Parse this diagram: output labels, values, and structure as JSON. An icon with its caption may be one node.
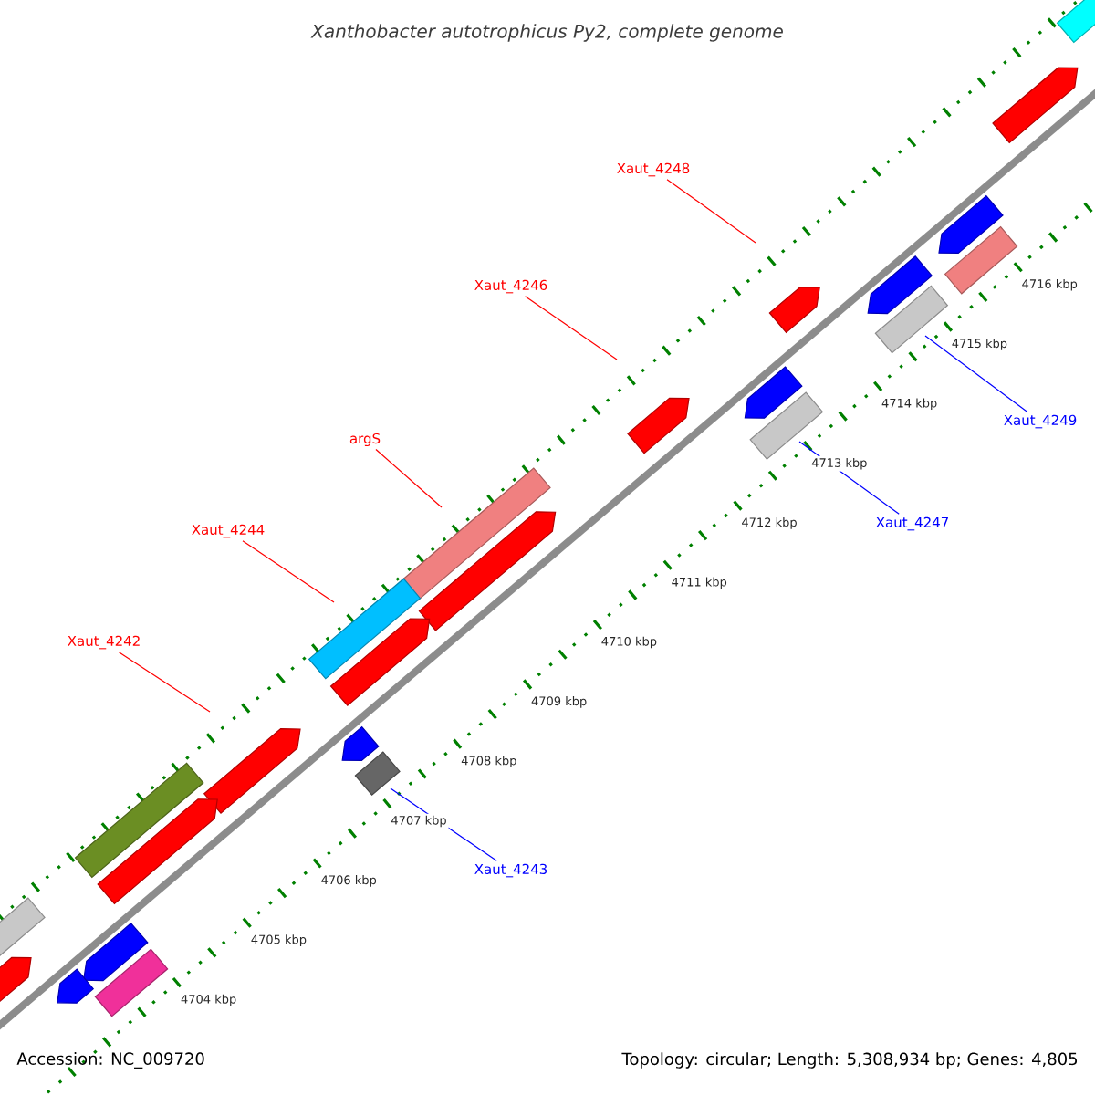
{
  "diagram": {
    "title": "Xanthobacter autotrophicus Py2, complete genome",
    "nodes": [
      {
        "text": [
          "Xaut_4248"
        ]
      },
      {
        "text": [
          "Xaut_4246"
        ]
      },
      {
        "text": [
          "Xaut_4249"
        ]
      },
      {
        "text": [
          "argS"
        ]
      },
      {
        "text": [
          "Xaut_4247"
        ]
      },
      {
        "text": [
          "Xaut_4244"
        ]
      },
      {
        "text": [
          "Xaut_4242"
        ]
      },
      {
        "text": [
          "Xaut_4243"
        ]
      }
    ],
    "edges": [
      {
        "from": 0,
        "to": null,
        "arrow": "none"
      },
      {
        "from": 1,
        "to": null,
        "arrow": "none"
      },
      {
        "from": 2,
        "to": null,
        "arrow": "none",
        "color": "#0000ff"
      },
      {
        "from": 3,
        "to": null,
        "arrow": "none"
      },
      {
        "from": 4,
        "to": null,
        "arrow": "none",
        "color": "#0000ff"
      },
      {
        "from": 5,
        "to": null,
        "arrow": "none"
      },
      {
        "from": 6,
        "to": null,
        "arrow": "none"
      },
      {
        "from": 7,
        "to": null,
        "arrow": "none",
        "color": "#0000ff"
      }
    ],
    "labels": [
      "Accession: NC_009720",
      "Topology: circular; Length: 5,308,934 bp; Genes: 4,805",
      "4704 kbp",
      "4705 kbp",
      "4706 kbp",
      "4707 kbp",
      "4708 kbp",
      "4709 kbp",
      "4710 kbp",
      "4711 kbp",
      "4712 kbp",
      "4713 kbp",
      "4714 kbp",
      "4715 kbp",
      "4716 kbp"
    ]
  }
}
